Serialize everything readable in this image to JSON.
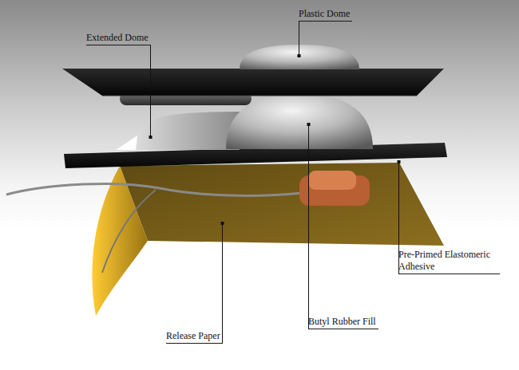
{
  "diagram": {
    "labels": [
      "Plastic Dome",
      "Extended Dome",
      "Pre-Primed Elastomeric Adhesive",
      "Butyl Rubber Fill",
      "Release Paper"
    ]
  }
}
